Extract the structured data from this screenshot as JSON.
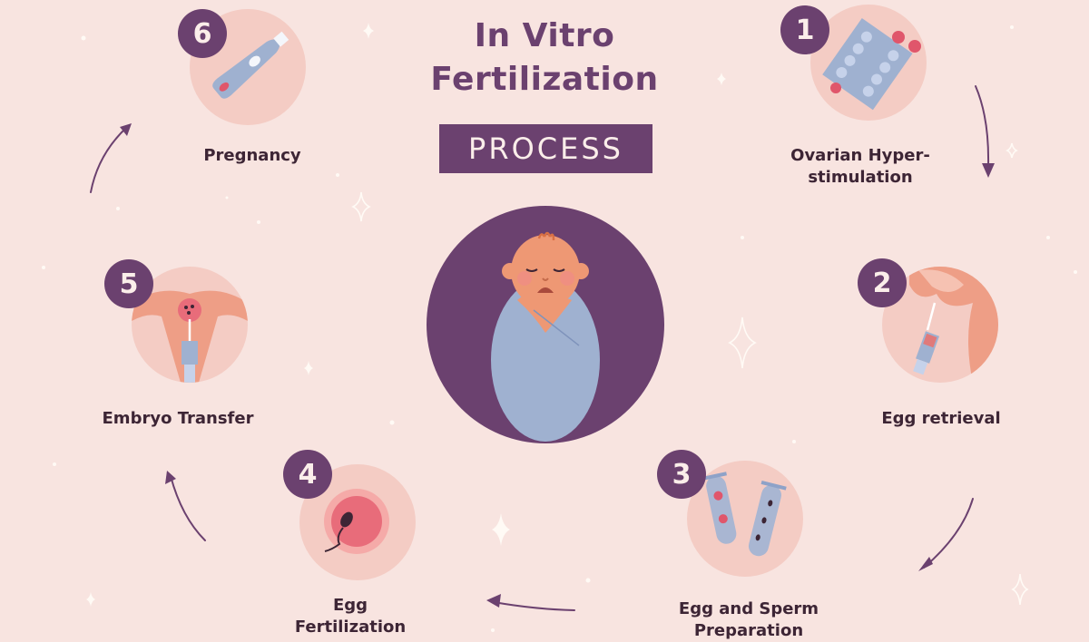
{
  "header": {
    "title_line1": "In Vitro",
    "title_line2": "Fertilization",
    "subtitle": "PROCESS"
  },
  "center": {
    "illustration": "swaddled-baby-icon"
  },
  "steps": [
    {
      "number": "1",
      "label_line1": "Ovarian Hyper-",
      "label_line2": "stimulation",
      "icon": "pill-blister-pack-icon"
    },
    {
      "number": "2",
      "label_line1": "Egg retrieval",
      "label_line2": "",
      "icon": "egg-retrieval-syringe-icon"
    },
    {
      "number": "3",
      "label_line1": "Egg and Sperm",
      "label_line2": "Preparation",
      "icon": "test-tubes-icon"
    },
    {
      "number": "4",
      "label_line1": "Egg",
      "label_line2": "Fertilization",
      "icon": "sperm-egg-icon"
    },
    {
      "number": "5",
      "label_line1": "Embryo Transfer",
      "label_line2": "",
      "icon": "uterus-transfer-icon"
    },
    {
      "number": "6",
      "label_line1": "Pregnancy",
      "label_line2": "",
      "icon": "pregnancy-test-icon"
    }
  ],
  "colors": {
    "background": "#f8e4e0",
    "primary_purple": "#6b416f",
    "circle_pink": "#f4ccc4",
    "baby_blanket_blue": "#9fb1d0",
    "accent_red": "#e0566b",
    "label_text": "#3d2535"
  }
}
